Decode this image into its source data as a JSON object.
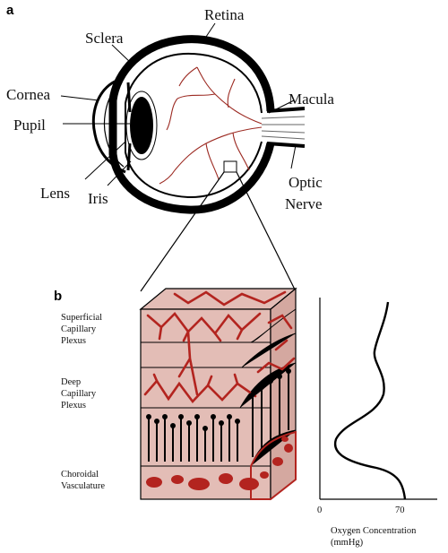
{
  "panels": {
    "a": "a",
    "b": "b"
  },
  "eye_labels": {
    "retina": "Retina",
    "sclera": "Sclera",
    "cornea": "Cornea",
    "pupil": "Pupil",
    "macula": "Macula",
    "lens": "Lens",
    "iris": "Iris",
    "optic_nerve_1": "Optic",
    "optic_nerve_2": "Nerve"
  },
  "layer_labels": {
    "superficial_1": "Superficial",
    "superficial_2": "Capillary",
    "superficial_3": "Plexus",
    "deep_1": "Deep",
    "deep_2": "Capillary",
    "deep_3": "Plexus",
    "choroid_1": "Choroidal",
    "choroid_2": "Vasculature"
  },
  "graph": {
    "tick_min": "0",
    "tick_max": "70",
    "xlabel_1": "Oxygen Concentration",
    "xlabel_2": "(mmHg)"
  },
  "colors": {
    "tissue": "#e3bdb6",
    "vessel": "#b3241f",
    "outline": "#111111"
  }
}
